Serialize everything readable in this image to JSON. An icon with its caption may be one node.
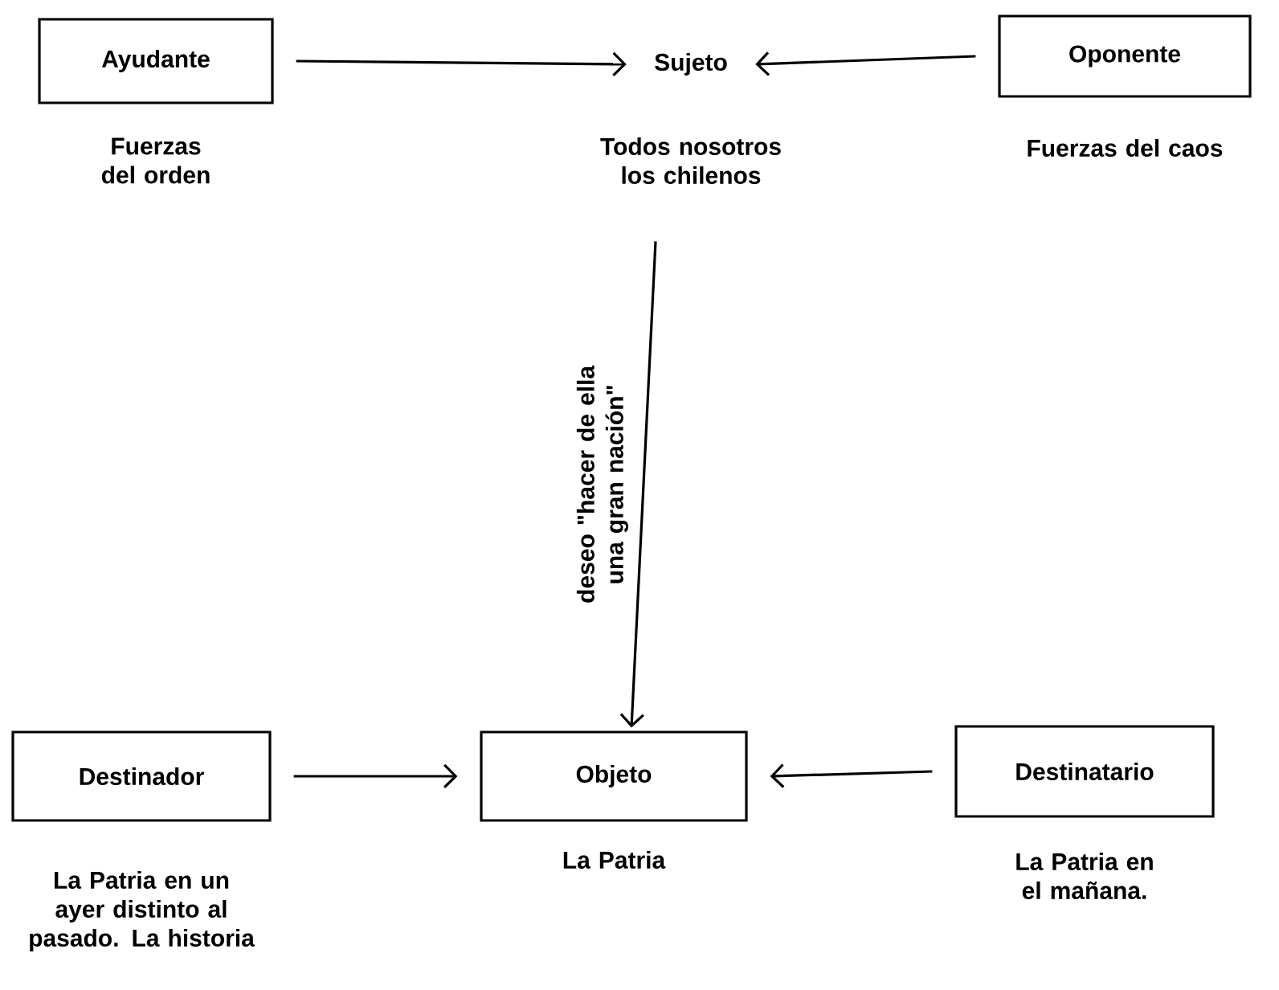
{
  "diagram": {
    "nodes": [
      {
        "text": [
          "Ayudante"
        ],
        "beside": [
          "Fuerzas del orden"
        ]
      },
      {
        "text": [
          "Sujeto"
        ],
        "beside": [
          "Todos nosotros los chilenos"
        ]
      },
      {
        "text": [
          "Oponente"
        ],
        "beside": [
          "Fuerzas del caos"
        ]
      },
      {
        "text": [
          "Destinador"
        ],
        "beside": [
          "La Patria en un ayer distinto al pasado. La historia"
        ]
      },
      {
        "text": [
          "Objeto"
        ],
        "beside": [
          "La Patria"
        ]
      },
      {
        "text": [
          "Destinatario"
        ],
        "beside": [
          "La Patria en el mañana."
        ]
      }
    ],
    "edges": [
      {
        "from": 0,
        "to": 1,
        "arrow": "to"
      },
      {
        "from": 2,
        "to": 1,
        "arrow": "to"
      },
      {
        "from": 1,
        "to": 4,
        "arrow": "to",
        "label": "deseo \"hacer de ella una gran nación\""
      },
      {
        "from": 3,
        "to": 4,
        "arrow": "to"
      },
      {
        "from": 5,
        "to": 4,
        "arrow": "to"
      }
    ]
  }
}
